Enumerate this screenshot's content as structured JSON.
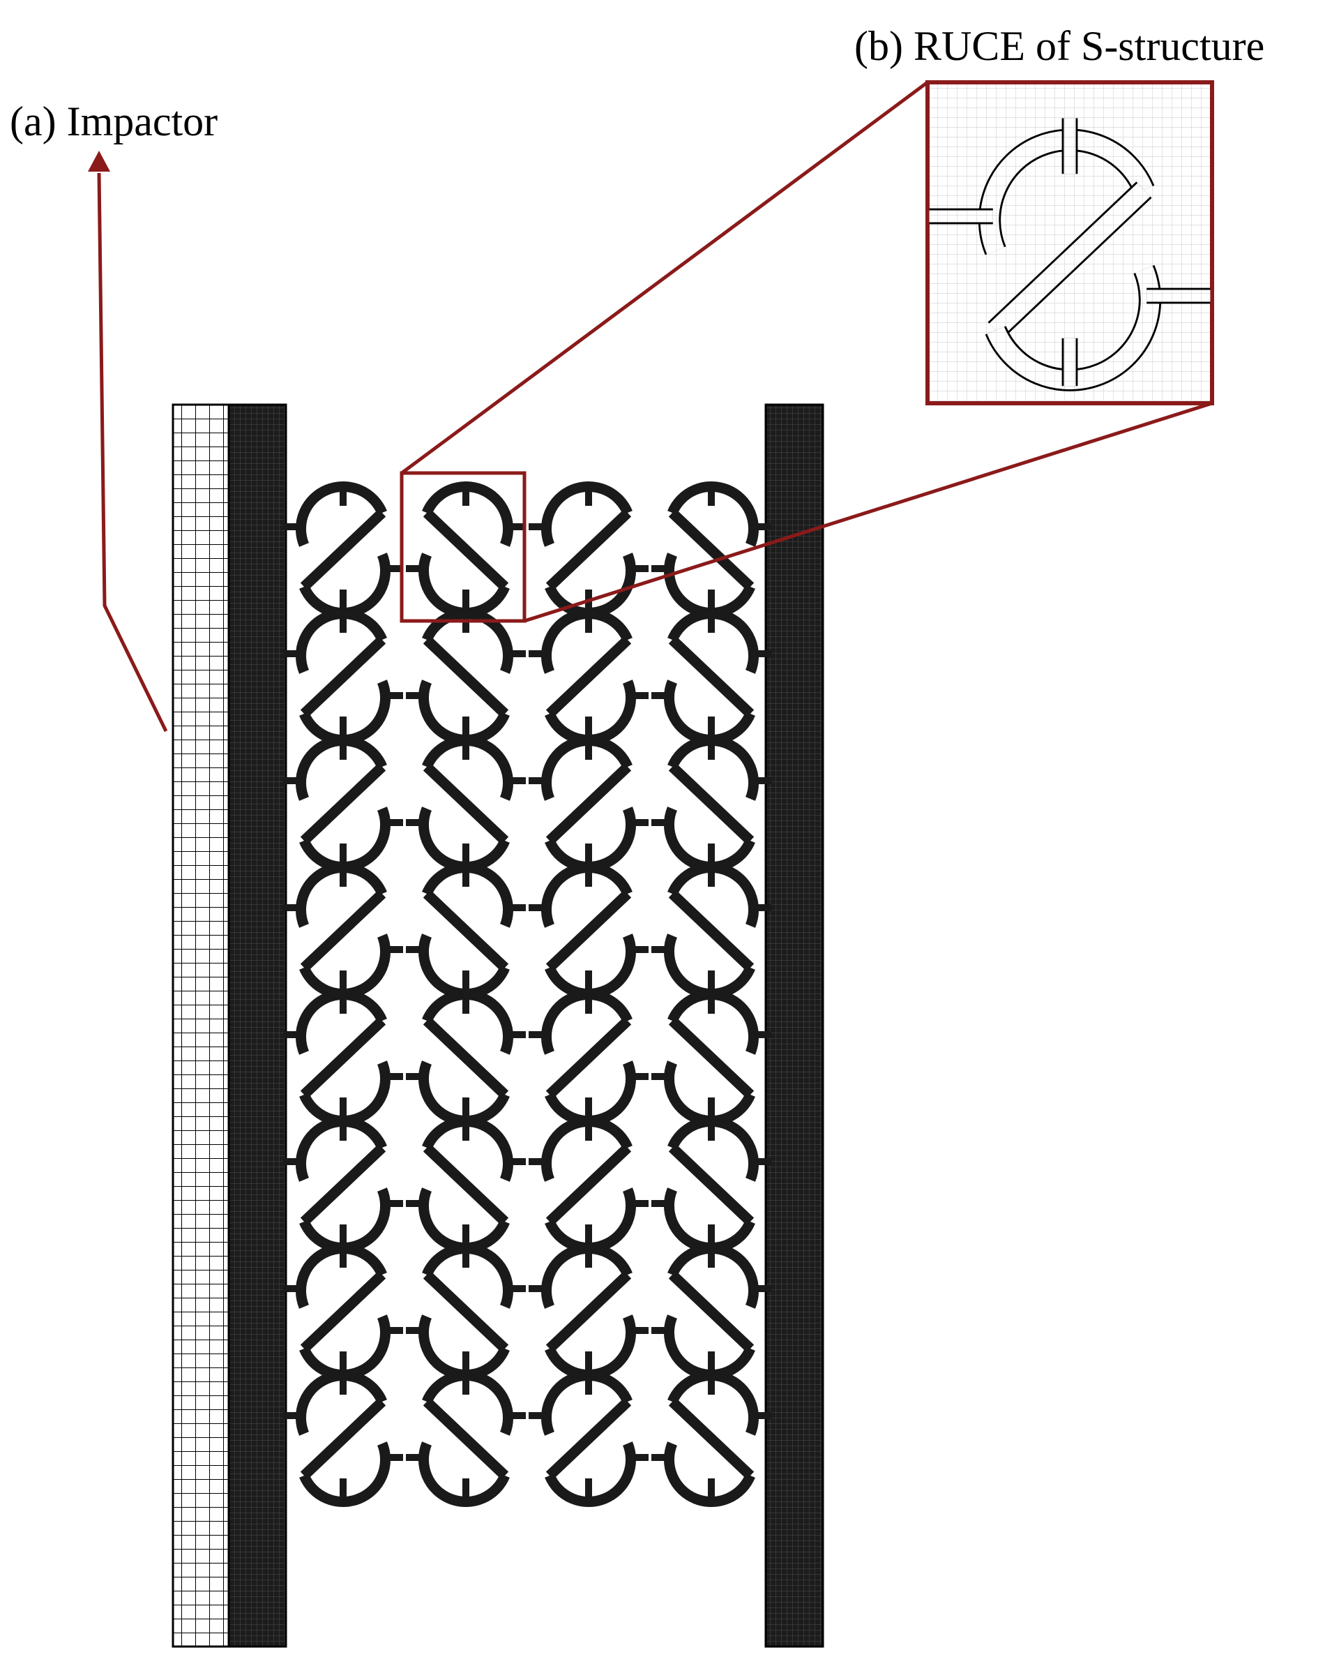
{
  "labels": {
    "impactor": "(a) Impactor",
    "ruce": "(b) RUCE of S-structure"
  },
  "colors": {
    "accent": "#8b1a1a",
    "structure": "#1a1a1a",
    "mesh": "#000000",
    "background": "#ffffff"
  },
  "lattice": {
    "columns": 4,
    "rows": 8
  }
}
